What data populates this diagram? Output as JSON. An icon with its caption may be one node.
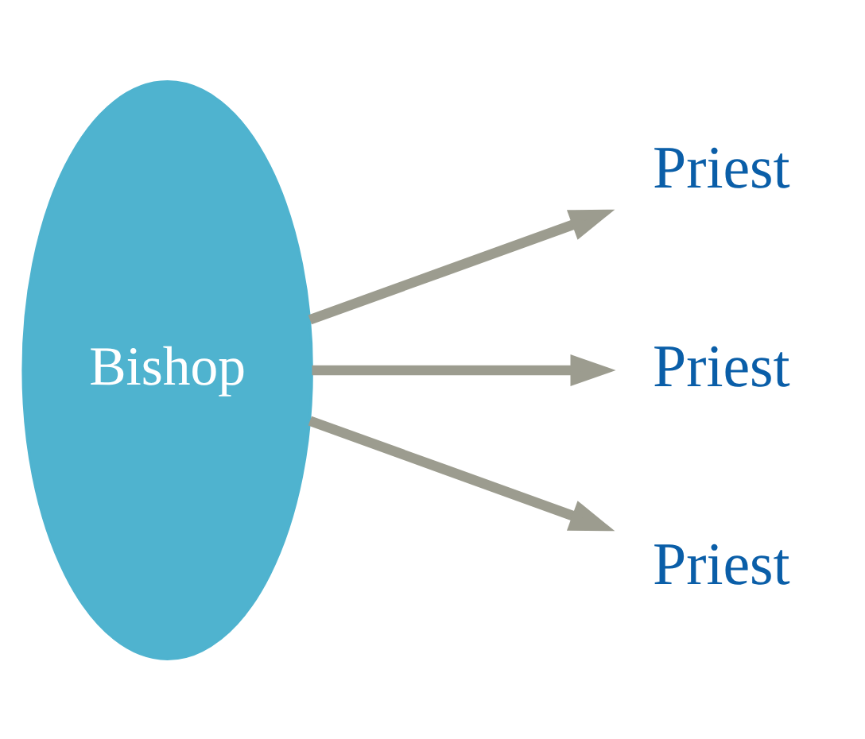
{
  "diagram": {
    "nodes": [
      {
        "text": [
          "Bishop"
        ]
      },
      {
        "text": [
          "Priest"
        ]
      },
      {
        "text": [
          "Priest"
        ]
      },
      {
        "text": [
          "Priest"
        ]
      }
    ],
    "edges": [
      {
        "from": 0,
        "to": 1,
        "arrow": "to"
      },
      {
        "from": 0,
        "to": 2,
        "arrow": "to"
      },
      {
        "from": 0,
        "to": 3,
        "arrow": "to"
      }
    ]
  }
}
